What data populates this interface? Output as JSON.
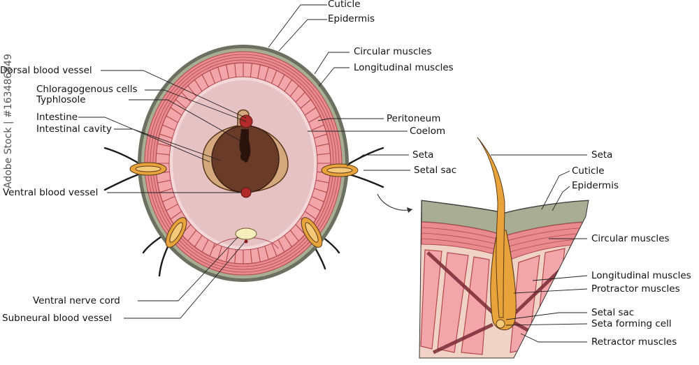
{
  "diagram": {
    "cross_section_labels": {
      "cuticle": "Cuticle",
      "epidermis": "Epidermis",
      "circular_muscles": "Circular muscles",
      "longitudinal_muscles": "Longitudinal muscles",
      "dorsal_blood_vessel": "Dorsal blood vessel",
      "chloragogenous_cells": "Chloragogenous cells",
      "typhlosole": "Typhlosole",
      "intestine": "Intestine",
      "intestinal_cavity": "Intestinal cavity",
      "peritoneum": "Peritoneum",
      "coelom": "Coelom",
      "seta": "Seta",
      "setal_sac": "Setal sac",
      "ventral_blood_vessel": "Ventral blood vessel",
      "ventral_nerve_cord": "Ventral nerve cord",
      "subneural_blood_vessel": "Subneural blood vessel"
    },
    "detail_labels": {
      "seta": "Seta",
      "cuticle": "Cuticle",
      "epidermis": "Epidermis",
      "circular_muscles": "Circular muscles",
      "longitudinal_muscles": "Longitudinal muscles",
      "protractor_muscles": "Protractor muscles",
      "setal_sac": "Setal sac",
      "seta_forming_cell": "Seta forming cell",
      "retractor_muscles": "Retractor muscles"
    },
    "watermark": "Adobe Stock | #163486849"
  },
  "colors": {
    "cuticle": "#6b7160",
    "epidermis": "#a9ad94",
    "muscle": "#e98a8f",
    "muscle_line": "#b2484e",
    "coelom": "#e7c2c5",
    "intestine_wall": "#d4a77c",
    "intestine_cavity": "#6b3b2a",
    "vessel": "#b02a2a",
    "seta": "#e8a33a",
    "nerve_cord": "#f7eebb",
    "detail_bg": "#f0d3c6"
  }
}
